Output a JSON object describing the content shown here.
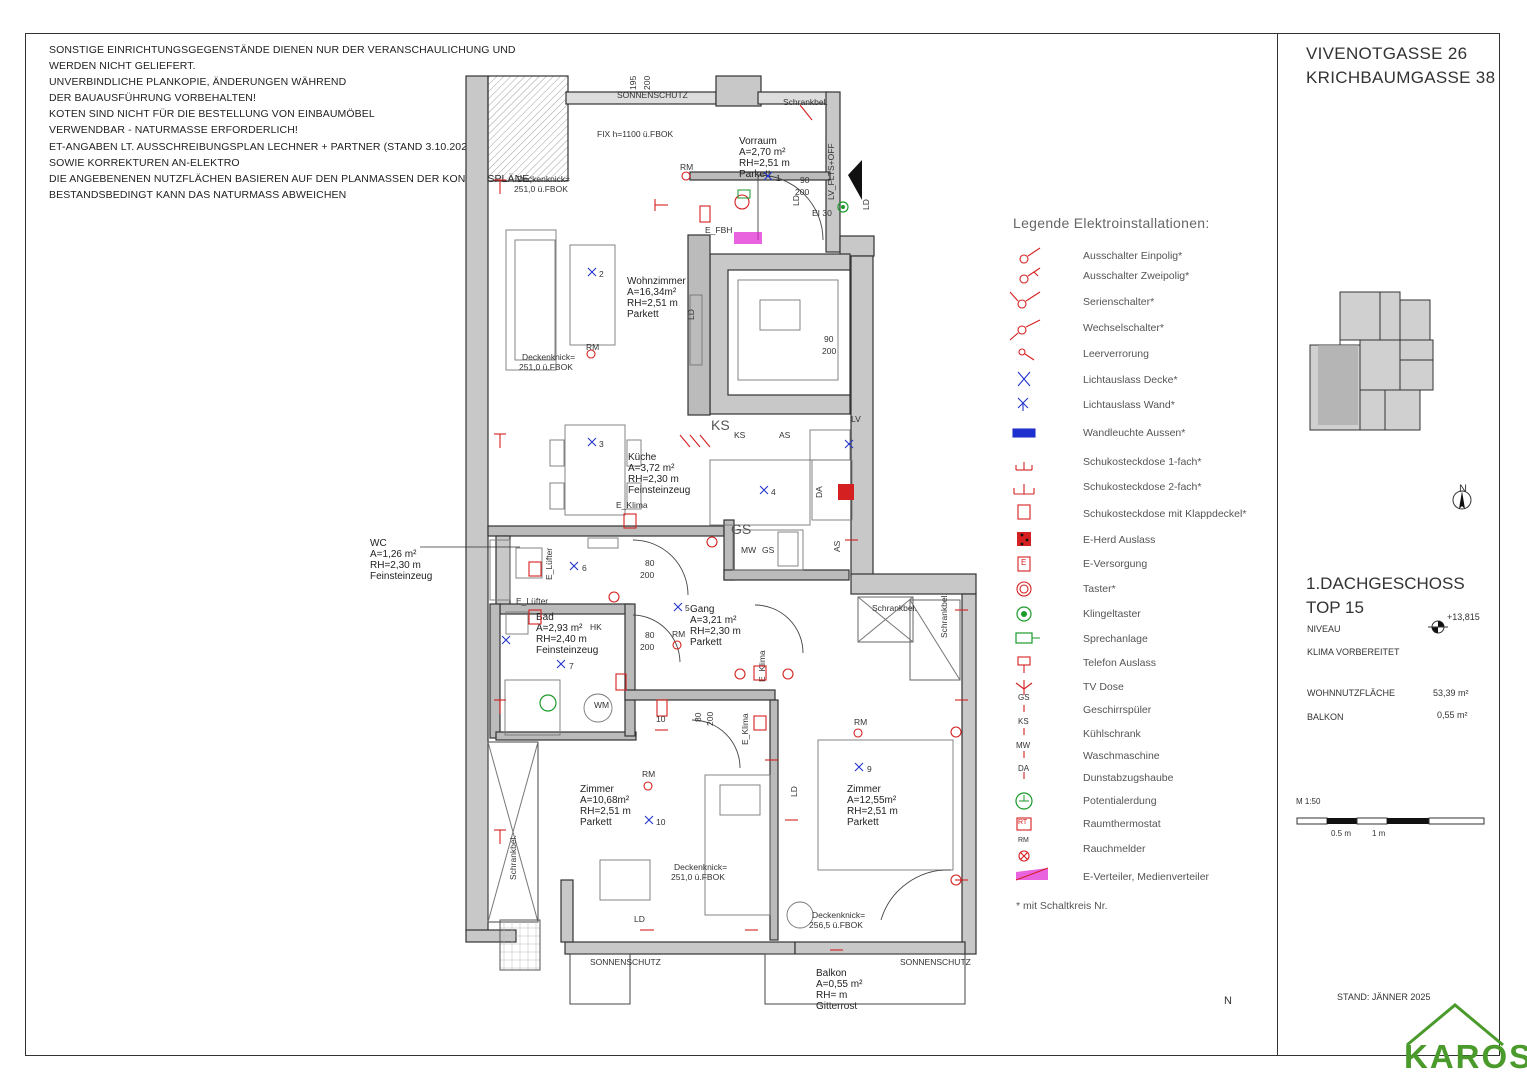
{
  "notes": [
    "SONSTIGE EINRICHTUNGSGEGENSTÄNDE DIENEN NUR DER VERANSCHAULICHUNG UND",
    "WERDEN NICHT GELIEFERT.",
    "UNVERBINDLICHE PLANKOPIE, ÄNDERUNGEN WÄHREND",
    "DER BAUAUSFÜHRUNG VORBEHALTEN!",
    "KOTEN SIND NICHT FÜR DIE BESTELLUNG VON EINBAUMÖBEL",
    "VERWENDBAR - NATURMASSE ERFORDERLICH!",
    "ET-ANGABEN LT. AUSSCHREIBUNGSPLAN LECHNER + PARTNER (STAND 3.10.2023),",
    "SOWIE KORREKTUREN AN-ELEKTRO",
    "DIE ANGEBENENEN NUTZFLÄCHEN BASIEREN AUF DEN PLANMASSEN DER KONSENSPLÄNE;",
    "BESTANDSBEDINGT KANN DAS NATURMASS ABWEICHEN"
  ],
  "address": {
    "line1": "VIVENOTGASSE 26",
    "line2": "KRICHBAUMGASSE 38"
  },
  "legend": {
    "title": "Legende Elektroinstallationen:",
    "items": [
      "Ausschalter Einpolig*",
      "Ausschalter Zweipolig*",
      "Serienschalter*",
      "Wechselschalter*",
      "Leerverrorung",
      "Lichtauslass Decke*",
      "Lichtauslass Wand*",
      "Wandleuchte Aussen*",
      "Schukosteckdose 1-fach*",
      "Schukosteckdose 2-fach*",
      "Schukosteckdose mit Klappdeckel*",
      "E-Herd Auslass",
      "E-Versorgung",
      "Taster*",
      "Klingeltaster",
      "Sprechanlage",
      "Telefon Auslass",
      "TV Dose",
      "Geschirrspüler",
      "Kühlschrank",
      "Waschmaschine",
      "Dunstabzugshaube",
      "Potentialerdung",
      "Raumthermostat",
      "Rauchmelder",
      "E-Verteiler, Medienverteiler"
    ],
    "symbol_labels": {
      "gs": "GS",
      "ks": "KS",
      "mw": "MW",
      "da": "DA",
      "rt": "RT",
      "rm": "RM",
      "e": "E"
    },
    "note": "* mit Schaltkreis Nr."
  },
  "unit": {
    "floor": "1.DACHGESCHOSS",
    "top": "TOP 15",
    "niveau_label": "NIVEAU",
    "niveau_value": "+13,815",
    "klima": "KLIMA VORBEREITET",
    "wohn_label": "WOHNNUTZFLÄCHE",
    "wohn_value": "53,39 m²",
    "balkon_label": "BALKON",
    "balkon_value": "0,55 m²"
  },
  "scale": {
    "label": "M 1:50",
    "tick1": "0.5 m",
    "tick2": "1 m"
  },
  "north": "N",
  "stand": "STAND:   JÄNNER 2025",
  "brand": "KAROS",
  "rooms": {
    "vorraum": [
      "Vorraum",
      "A=2,70 m²",
      "RH=2,51 m",
      "Parkett"
    ],
    "wohnzimmer": [
      "Wohnzimmer",
      "A=16,34m²",
      "RH=2,51 m",
      "Parkett"
    ],
    "kueche": [
      "Küche",
      "A=3,72 m²",
      "RH=2,30 m",
      "Feinsteinzeug"
    ],
    "wc": [
      "WC",
      "A=1,26 m²",
      "RH=2,30 m",
      "Feinsteinzeug"
    ],
    "bad": [
      "Bad",
      "A=2,93 m²",
      "RH=2,40 m",
      "Feinsteinzeug"
    ],
    "gang": [
      "Gang",
      "A=3,21 m²",
      "RH=2,30 m",
      "Parkett"
    ],
    "zimmer10": [
      "Zimmer",
      "A=10,68m²",
      "RH=2,51 m",
      "Parkett"
    ],
    "zimmer9": [
      "Zimmer",
      "A=12,55m²",
      "RH=2,51 m",
      "Parkett"
    ],
    "balkon": [
      "Balkon",
      "A=0,55 m²",
      "RH= m",
      "Gitterrost"
    ]
  },
  "plan_labels": {
    "schrankbel": "Schrankbel.",
    "sonnenschutz": "SONNENSCHUTZ",
    "fix": "FIX h=1100 ü.FBOK",
    "deckenknick": "Deckenknick=",
    "deckenknick_val": "251,0 ü.FBOK",
    "deckenknick_val2": "256,5 ü.FBOK",
    "rm": "RM",
    "ld": "LD",
    "lv": "LV",
    "lv_flts": "LV_FLTS+OFF",
    "e_fbh": "E_FBH",
    "e_klima": "E_Klima",
    "e_luefter": "E_Lüfter",
    "ks": "KS",
    "as": "AS",
    "gs": "GS",
    "mw": "MW",
    "da": "DA",
    "hk": "HK",
    "wm": "WM",
    "dim80": "80",
    "dim200": "200",
    "dim90": "90",
    "dim195": "195",
    "dim_el30": "EI 30"
  }
}
